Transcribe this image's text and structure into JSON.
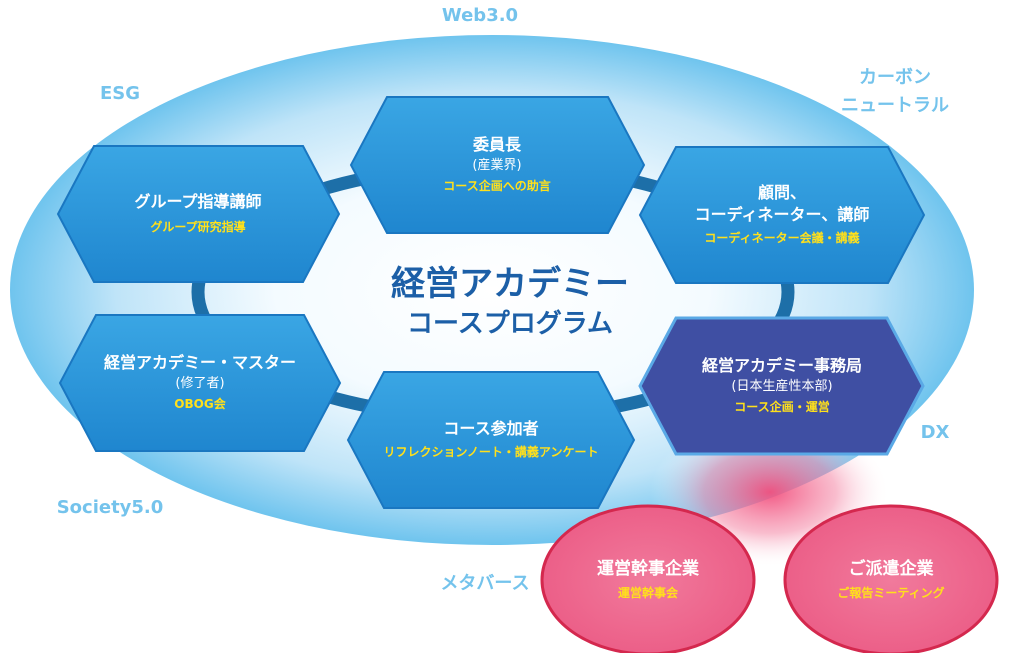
{
  "title": {
    "main": "経営アカデミー",
    "sub": "コースプログラム"
  },
  "keywords": [
    "Web3.0",
    "ESG",
    "カーボン",
    "ニュートラル",
    "DX",
    "Society5.0",
    "メタバース"
  ],
  "roles": [
    {
      "id": "iincho",
      "title": "委員長",
      "paren": "(産業界)",
      "sub": "コース企画への助言"
    },
    {
      "id": "group",
      "title": "グループ指導講師",
      "sub": "グループ研究指導"
    },
    {
      "id": "komon",
      "title1": "顧問、",
      "title2": "コーディネーター、講師",
      "sub": "コーディネーター会議・講義"
    },
    {
      "id": "master",
      "title": "経営アカデミー・マスター",
      "paren": "(修了者)",
      "sub": "OBOG会"
    },
    {
      "id": "sankasha",
      "title": "コース参加者",
      "sub": "リフレクションノート・講義アンケート"
    },
    {
      "id": "jimukyoku",
      "title": "経営アカデミー事務局",
      "paren": "(日本生産性本部)",
      "sub": "コース企画・運営"
    }
  ],
  "companies": [
    {
      "id": "kanji",
      "title": "運営幹事企業",
      "sub": "運営幹事会"
    },
    {
      "id": "haken",
      "title": "ご派遣企業",
      "sub": "ご報告ミーティング"
    }
  ],
  "colors": {
    "keyword": "#74c3ec",
    "hex_fill": "#2a95d9",
    "hex_border": "#1874c0",
    "office_fill": "#3f4fa3",
    "sub_text": "#ffe01b",
    "center_text": "#1c5fa7",
    "oval_fill": "#ef6a8f",
    "oval_border": "#d4284e"
  }
}
